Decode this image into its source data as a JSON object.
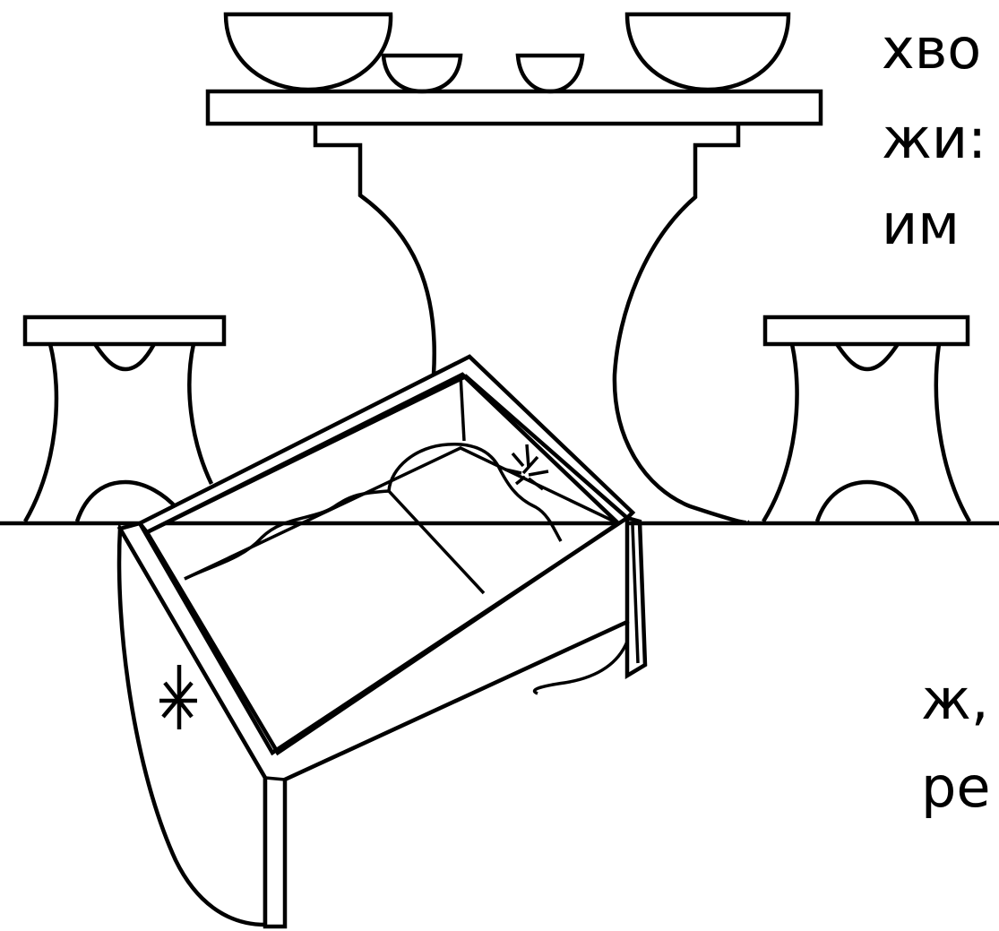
{
  "captions": {
    "top_right_lines": [
      "хво",
      "жи:",
      "им"
    ],
    "bottom_right_lines": [
      "ж,",
      "ре"
    ]
  },
  "colors": {
    "ink": "#000000",
    "paper": "#ffffff"
  },
  "icons": {
    "spark_on_lid": "spark-icon",
    "spark_on_side": "asterisk-mark-icon"
  }
}
